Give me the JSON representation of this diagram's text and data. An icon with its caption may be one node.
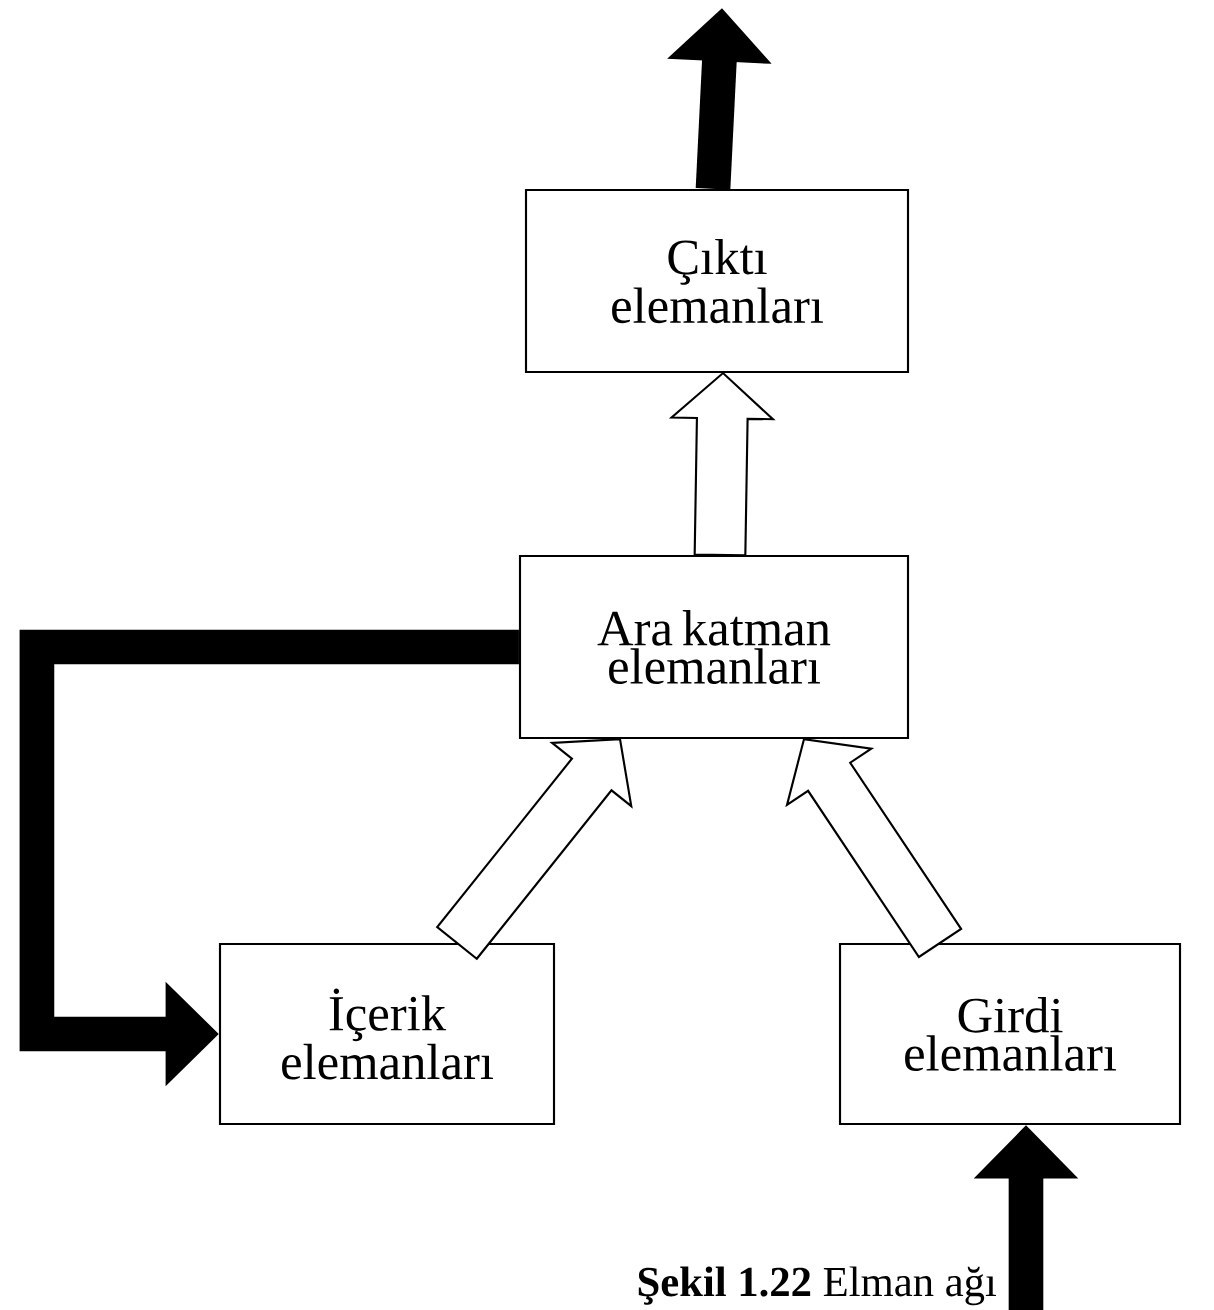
{
  "diagram": {
    "caption": "**Şekil 1.22** Elman ağı",
    "nodes": [
      {
        "text": [
          "Çıktı elemanları"
        ]
      },
      {
        "text": [
          "Ara katman elemanları"
        ]
      },
      {
        "text": [
          "İçerik elemanları"
        ]
      },
      {
        "text": [
          "Girdi elemanları"
        ]
      }
    ],
    "edges": [
      {
        "from": 1,
        "to": 0,
        "arrow": "to",
        "color": "#ffffff"
      },
      {
        "from": 2,
        "to": 1,
        "arrow": "to",
        "color": "#ffffff"
      },
      {
        "from": 3,
        "to": 1,
        "arrow": "to",
        "color": "#ffffff"
      },
      {
        "from": 1,
        "to": 2,
        "arrow": "to"
      },
      {
        "from": null,
        "to": 3,
        "arrow": "to"
      },
      {
        "from": 0,
        "to": null,
        "arrow": "to"
      }
    ]
  }
}
